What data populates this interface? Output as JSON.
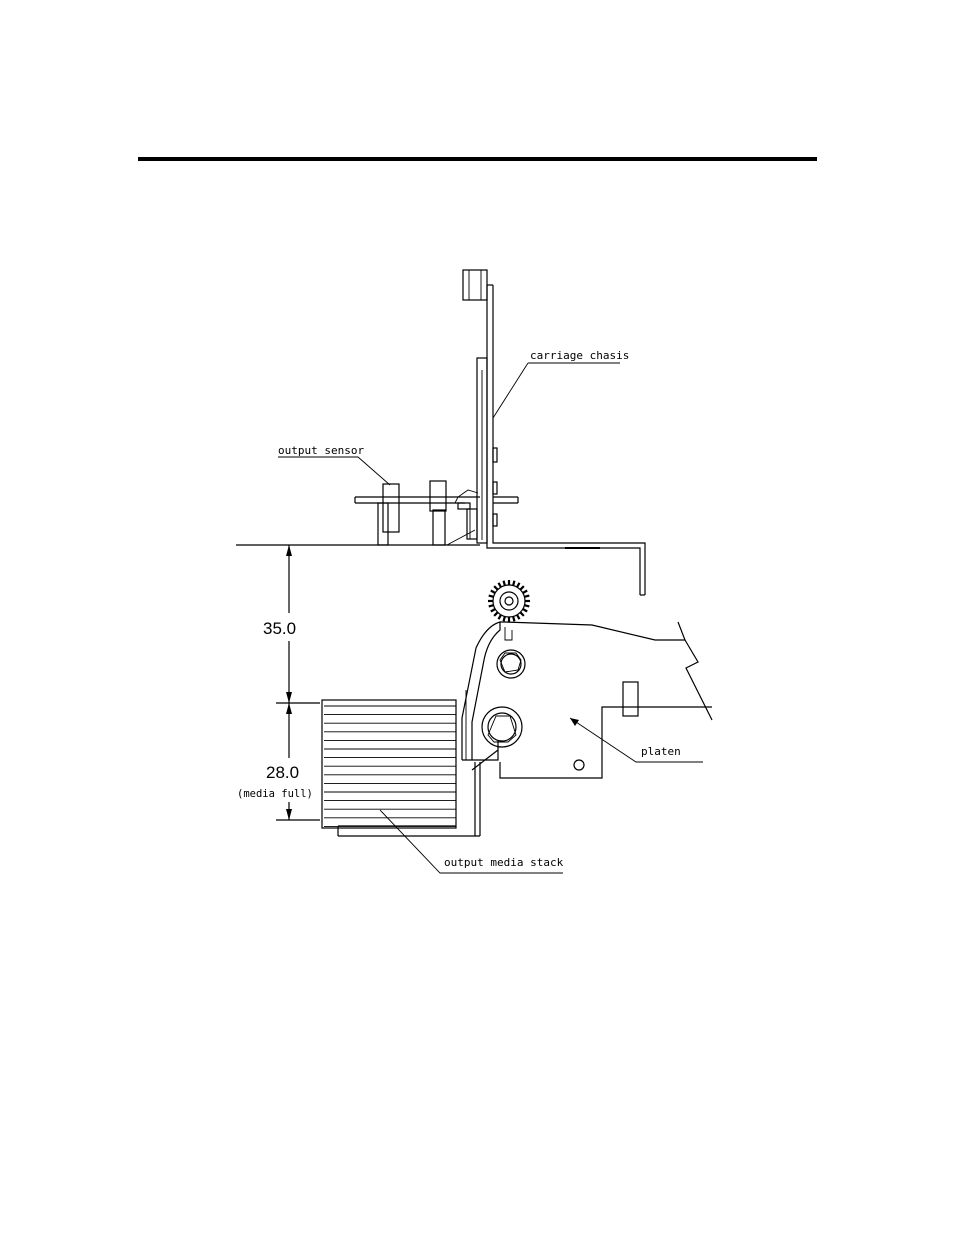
{
  "labels": {
    "carriage_chassis": "carriage chasis",
    "output_sensor": "output sensor",
    "platen": "platen",
    "output_media_stack": "output media stack"
  },
  "dimensions": {
    "upper": "35.0",
    "lower": "28.0",
    "lower_note": "(media full)"
  }
}
